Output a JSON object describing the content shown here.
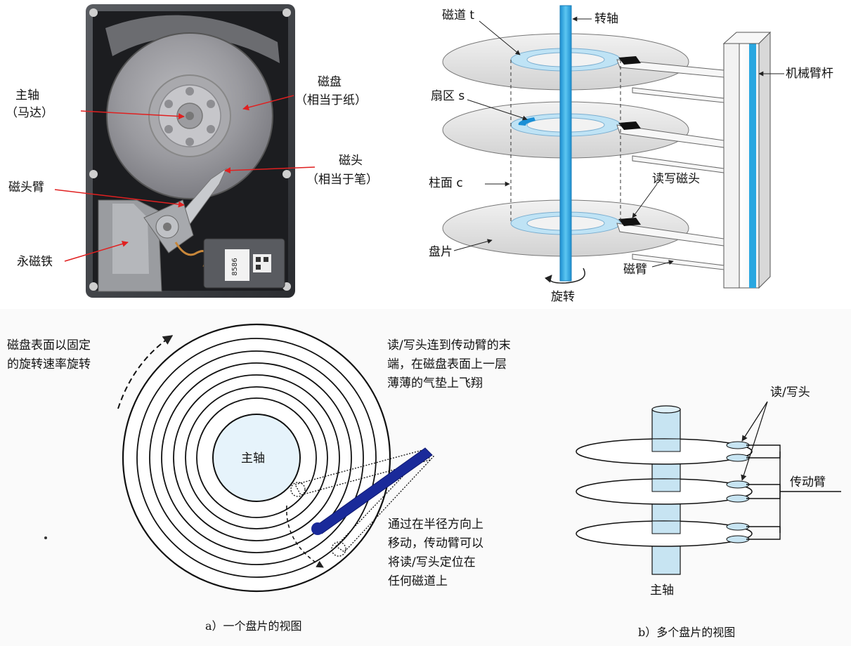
{
  "photo": {
    "labels": {
      "spindle_line1": "主轴",
      "spindle_line2": "（马达）",
      "disk_line1": "磁盘",
      "disk_line2": "（相当于纸）",
      "head_line1": "磁头",
      "head_line2": "（相当于笔）",
      "arm": "磁头臂",
      "magnet": "永磁铁",
      "sticker_text": "8586"
    }
  },
  "platter_3d": {
    "labels": {
      "track": "磁道 t",
      "spindle": "转轴",
      "sector": "扇区 s",
      "actuator": "机械臂杆",
      "cylinder": "柱面 c",
      "rw_head": "读写磁头",
      "platter": "盘片",
      "rotation": "旋转",
      "arm": "磁臂"
    }
  },
  "single_platter": {
    "labels": {
      "rotation_line1": "磁盘表面以固定",
      "rotation_line2": "的旋转速率旋转",
      "head_line1": "读/写头连到传动臂的末",
      "head_line2": "端，在磁盘表面上一层",
      "head_line3": "薄薄的气垫上飞翔",
      "spindle": "主轴",
      "move_line1": "通过在半径方向上",
      "move_line2": "移动，传动臂可以",
      "move_line3": "将读/写头定位在",
      "move_line4": "任何磁道上"
    },
    "caption": "a）一个盘片的视图"
  },
  "multi_platter": {
    "labels": {
      "rw_head": "读/写头",
      "actuator": "传动臂",
      "spindle": "主轴"
    },
    "caption": "b）多个盘片的视图"
  },
  "colors": {
    "spindle_blue": "#2aa7e0",
    "track_ring": "#bfe3f5",
    "sector_highlight": "#1a8fd6",
    "arm_navy": "#1a2a9a",
    "callout_red": "#e02020"
  }
}
